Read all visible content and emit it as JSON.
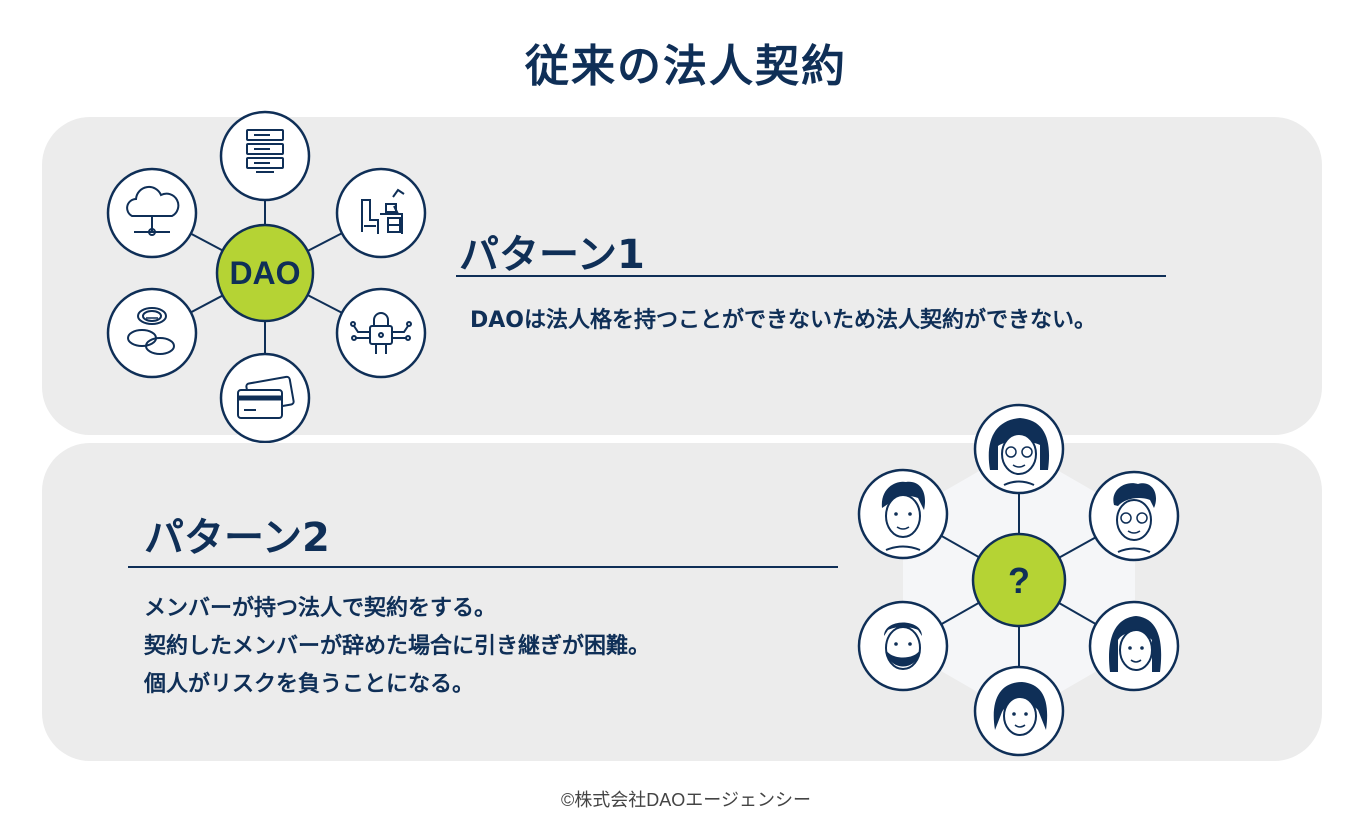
{
  "title": "従来の法人契約",
  "pattern1": {
    "heading": "パターン1",
    "description": "DAOは法人格を持つことができないため法人契約ができない。",
    "hub_label": "DAO"
  },
  "pattern2": {
    "heading": "パターン2",
    "description_lines": [
      "メンバーが持つ法人で契約をする。",
      "契約したメンバーが辞めた場合に引き継ぎが困難。",
      "個人がリスクを負うことになる。"
    ],
    "hub_label": "?"
  },
  "copyright": "©株式会社DAOエージェンシー",
  "colors": {
    "navy": "#0f2f57",
    "accent_green": "#b5d334",
    "panel_bg": "#ececec"
  },
  "icons": {
    "pattern1_nodes": [
      "server-icon",
      "office-desk-icon",
      "security-lock-icon",
      "credit-card-icon",
      "coins-icon",
      "cloud-network-icon"
    ],
    "pattern2_nodes": [
      "person-icon",
      "person-icon",
      "person-icon",
      "person-icon",
      "person-icon",
      "person-icon"
    ]
  }
}
